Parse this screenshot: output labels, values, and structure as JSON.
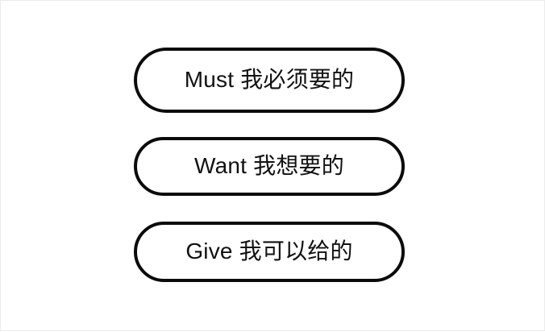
{
  "page": {
    "background_color": "#ffffff",
    "text_color": "#111111",
    "border_color": "#0b0b0b"
  },
  "buttons": [
    {
      "id": "must",
      "label": "Must 我必须要的",
      "latin": "Must",
      "chinese": "我必须要的"
    },
    {
      "id": "want",
      "label": "Want 我想要的",
      "latin": "Want",
      "chinese": "我想要的"
    },
    {
      "id": "give",
      "label": "Give 我可以给的",
      "latin": "Give",
      "chinese": "我可以给的"
    }
  ]
}
